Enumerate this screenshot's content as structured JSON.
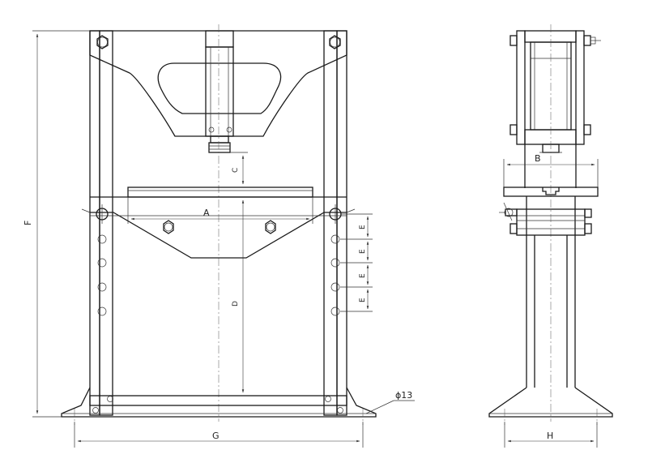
{
  "dimensions": {
    "A": "A",
    "B": "B",
    "C": "C",
    "D": "D",
    "E": "E",
    "F": "F",
    "G": "G",
    "H": "H",
    "hole": "ϕ13"
  }
}
